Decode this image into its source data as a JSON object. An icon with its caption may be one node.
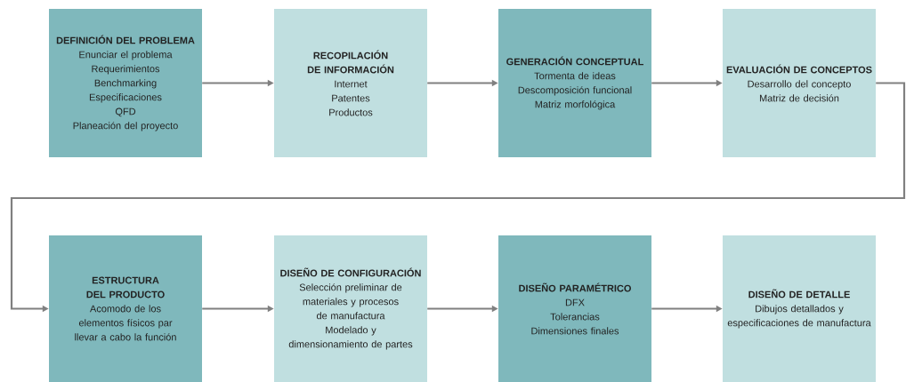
{
  "diagram": {
    "nodes": [
      {
        "text": [
          "DEFINICIÓN DEL PROBLEMA",
          "Enunciar el problema",
          "Requerimientos",
          "Benchmarking",
          "Especificaciones",
          "QFD",
          "Planeación del proyecto"
        ]
      },
      {
        "text": [
          "RECOPILACIÓN DE INFORMACIÓN",
          "Internet",
          "Patentes",
          "Productos"
        ]
      },
      {
        "text": [
          "GENERACIÓN CONCEPTUAL",
          "Tormenta de ideas",
          "Descomposición funcional",
          "Matriz morfológica"
        ]
      },
      {
        "text": [
          "EVALUACIÓN DE CONCEPTOS",
          "Desarrollo del concepto",
          "Matriz de decisión"
        ]
      },
      {
        "text": [
          "ESTRUCTURA  DEL PRODUCTO",
          "Acomodo de los elementos físicos par llevar a cabo la función"
        ]
      },
      {
        "text": [
          "DISEÑO DE CONFIGURACIÓN",
          "Selección preliminar de materiales y procesos de manufactura",
          "Modelado y dimensionamiento de partes"
        ]
      },
      {
        "text": [
          "DISEÑO PARAMÉTRICO",
          "DFX",
          "Tolerancias",
          "Dimensiones finales"
        ]
      },
      {
        "text": [
          "DISEÑO DE DETALLE",
          "Dibujos detallados y especificaciones de manufactura"
        ]
      }
    ],
    "edges": [
      {
        "from": 0,
        "to": 1,
        "arrow": "to"
      },
      {
        "from": 1,
        "to": 2,
        "arrow": "to"
      },
      {
        "from": 2,
        "to": 3,
        "arrow": "to"
      },
      {
        "from": 3,
        "to": 4,
        "arrow": "to"
      },
      {
        "from": 4,
        "to": 5,
        "arrow": "to"
      },
      {
        "from": 5,
        "to": 6,
        "arrow": "to"
      },
      {
        "from": 6,
        "to": 7,
        "arrow": "to"
      }
    ]
  }
}
